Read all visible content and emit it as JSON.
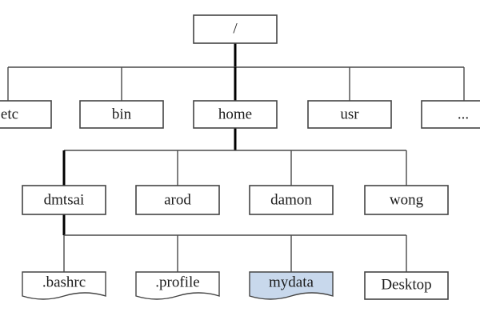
{
  "tree": {
    "root": {
      "label": "/"
    },
    "level1": [
      {
        "id": "etc",
        "label": "etc"
      },
      {
        "id": "bin",
        "label": "bin"
      },
      {
        "id": "home",
        "label": "home"
      },
      {
        "id": "usr",
        "label": "usr"
      },
      {
        "id": "more",
        "label": "..."
      }
    ],
    "level2": [
      {
        "id": "dmtsai",
        "label": "dmtsai"
      },
      {
        "id": "arod",
        "label": "arod"
      },
      {
        "id": "damon",
        "label": "damon"
      },
      {
        "id": "wong",
        "label": "wong"
      }
    ],
    "level3": [
      {
        "id": "bashrc",
        "label": ".bashrc",
        "kind": "file"
      },
      {
        "id": "profile",
        "label": ".profile",
        "kind": "file"
      },
      {
        "id": "mydata",
        "label": "mydata",
        "kind": "file",
        "highlighted": true
      },
      {
        "id": "desktop",
        "label": "Desktop",
        "kind": "folder"
      }
    ],
    "highlight_color": "#c8d8ec"
  }
}
